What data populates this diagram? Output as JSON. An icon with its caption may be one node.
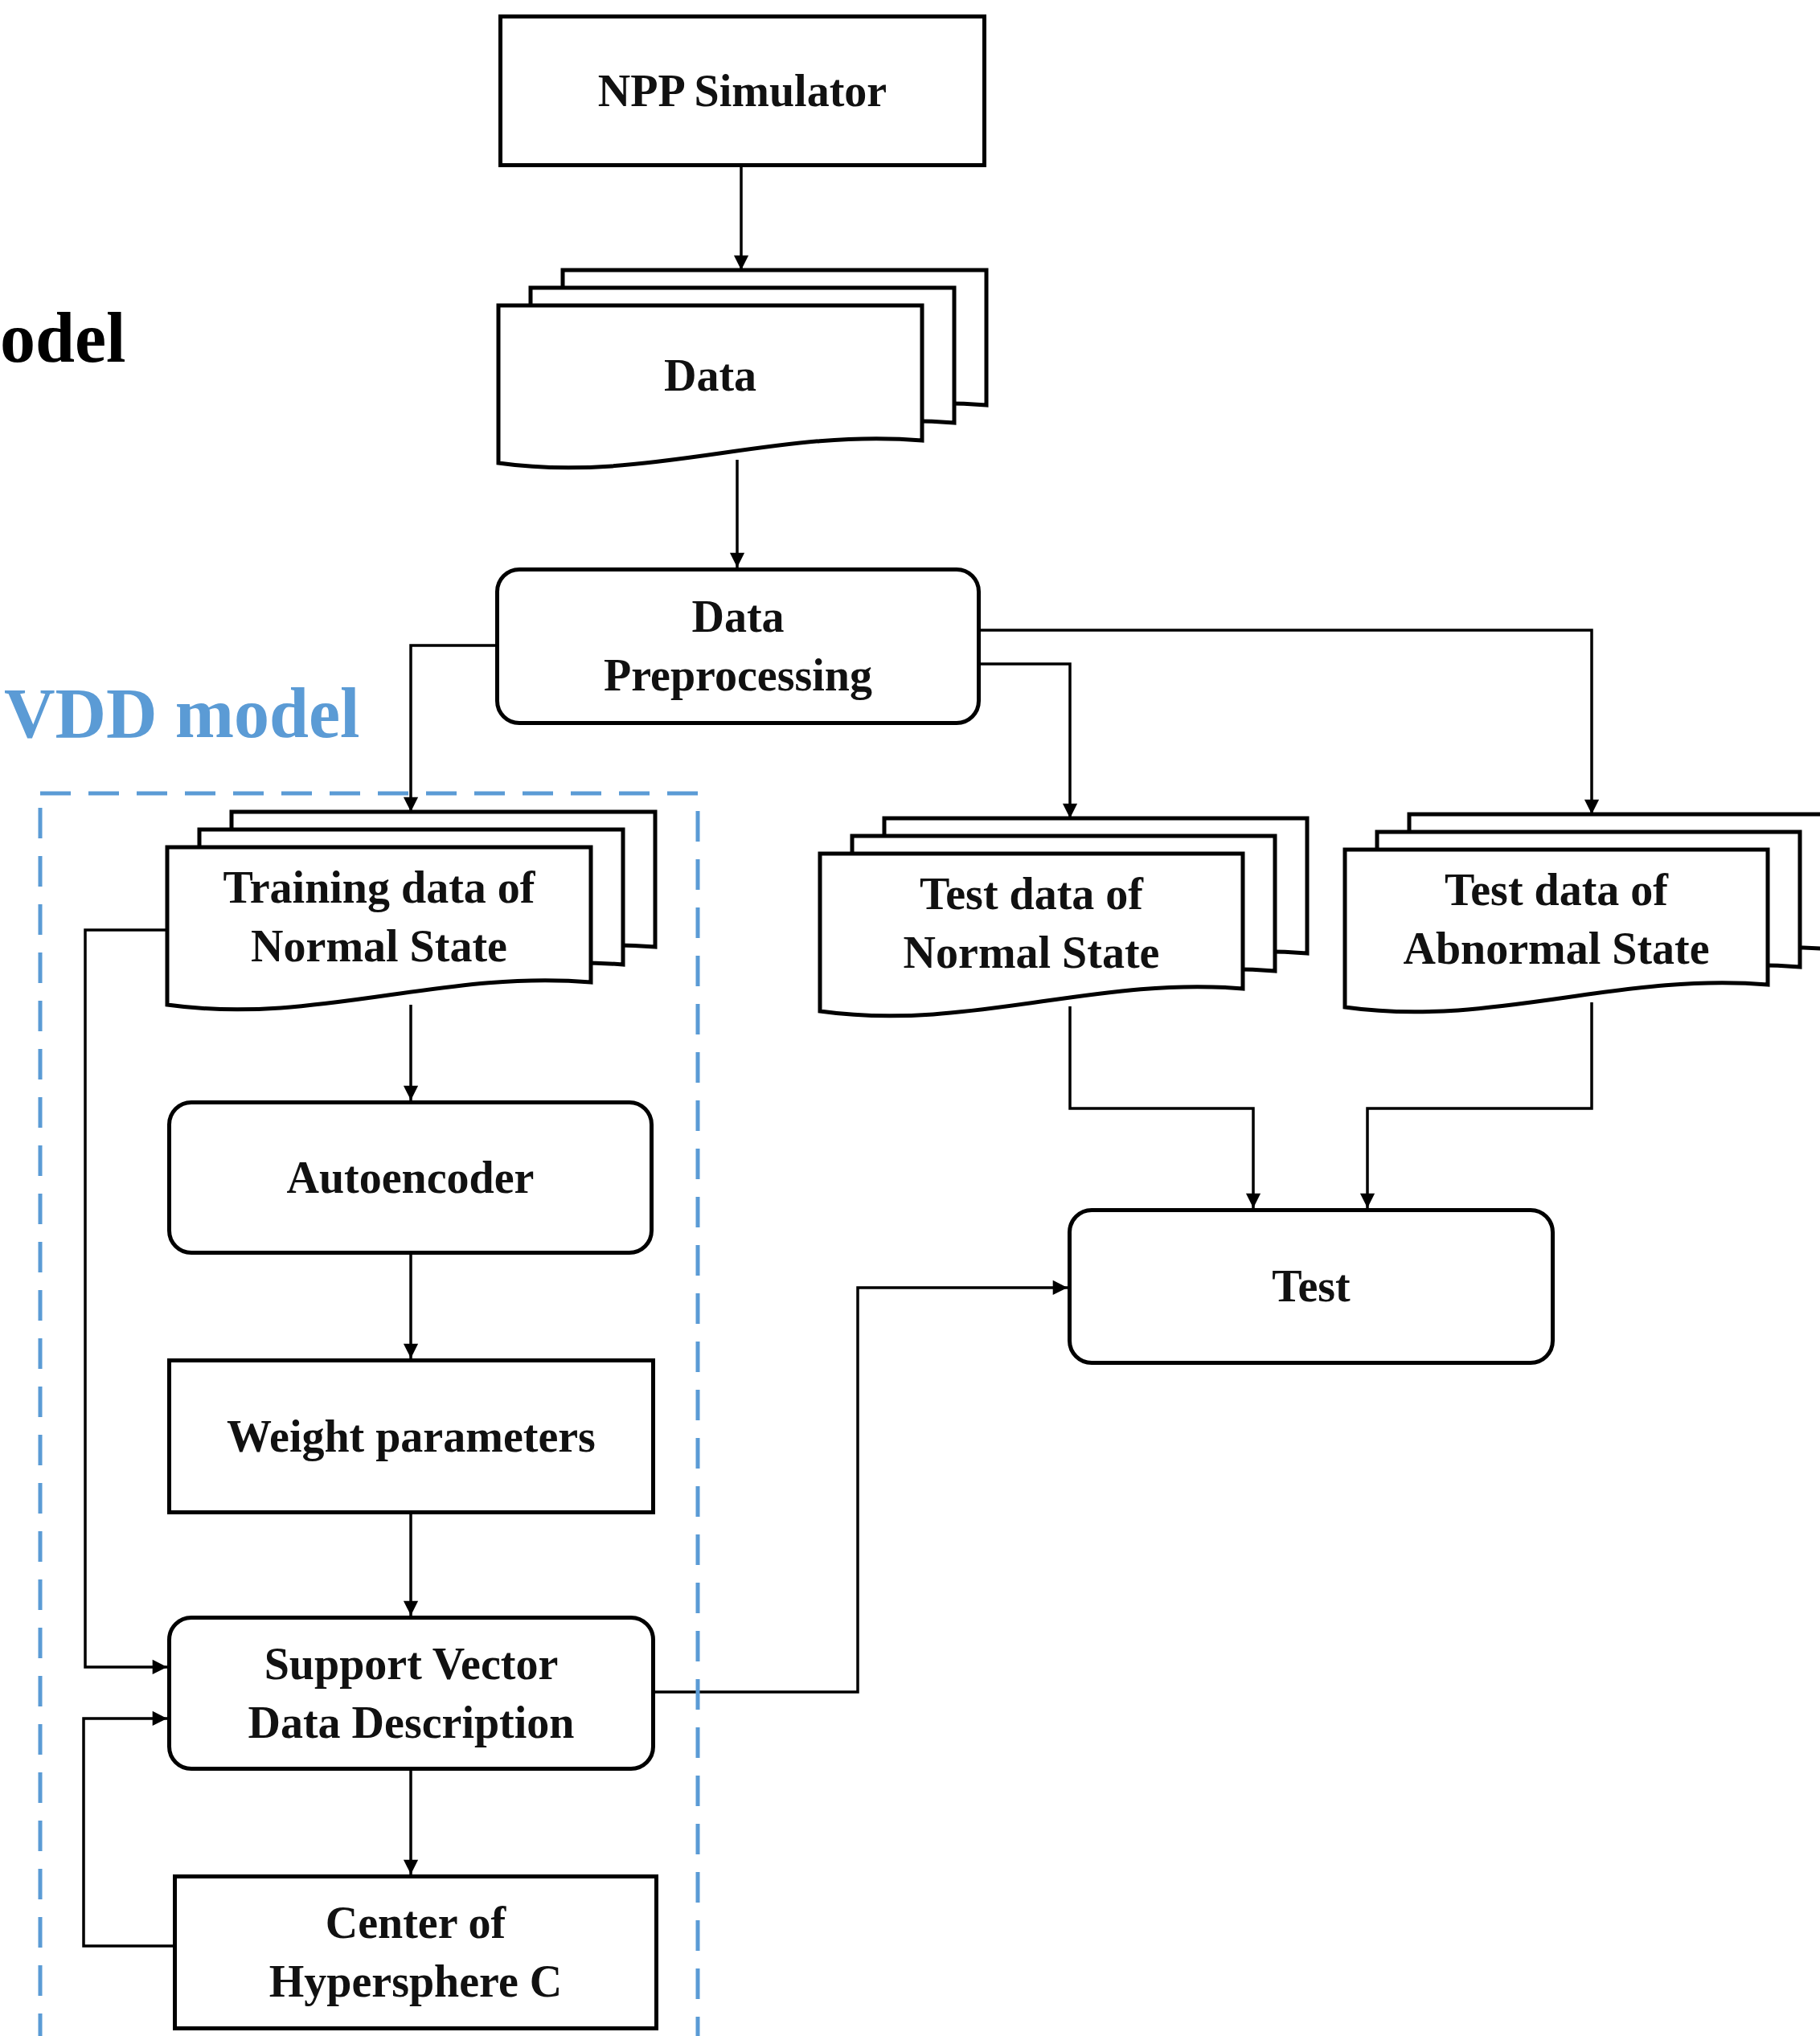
{
  "diagram": {
    "nodes": [
      {
        "text": [
          "NPP Simulator"
        ]
      },
      {
        "text": [
          "Data"
        ]
      },
      {
        "text": [
          "Data Preprocessing"
        ]
      },
      {
        "text": [
          "VDD model"
        ]
      },
      {
        "text": [
          "Training data of Normal State"
        ],
        "in": 3
      },
      {
        "text": [
          "Test data of Normal State"
        ]
      },
      {
        "text": [
          "Test data of Abnormal State"
        ]
      },
      {
        "text": [
          "Autoencoder"
        ],
        "in": 3
      },
      {
        "text": [
          "Weight parameters"
        ],
        "in": 3
      },
      {
        "text": [
          "Support Vector Data Description"
        ],
        "in": 3
      },
      {
        "text": [
          "Center of Hypersphere C"
        ],
        "in": 3
      },
      {
        "text": [
          "Test"
        ]
      }
    ],
    "edges": [
      {
        "from": 0,
        "to": 1,
        "arrow": "to"
      },
      {
        "from": 1,
        "to": 2,
        "arrow": "to"
      },
      {
        "from": 2,
        "to": 4,
        "arrow": "to"
      },
      {
        "from": 2,
        "to": 5,
        "arrow": "to"
      },
      {
        "from": 2,
        "to": 6,
        "arrow": "to"
      },
      {
        "from": 4,
        "to": 7,
        "arrow": "to"
      },
      {
        "from": 7,
        "to": 8,
        "arrow": "to"
      },
      {
        "from": 8,
        "to": 9,
        "arrow": "to"
      },
      {
        "from": 4,
        "to": 9,
        "arrow": "to"
      },
      {
        "from": 10,
        "to": 9,
        "arrow": "to"
      },
      {
        "from": 9,
        "to": 10,
        "arrow": "to"
      },
      {
        "from": 5,
        "to": 11,
        "arrow": "to"
      },
      {
        "from": 6,
        "to": 11,
        "arrow": "to"
      },
      {
        "from": 9,
        "to": 11,
        "arrow": "to"
      }
    ],
    "labels": [
      "odel"
    ]
  }
}
